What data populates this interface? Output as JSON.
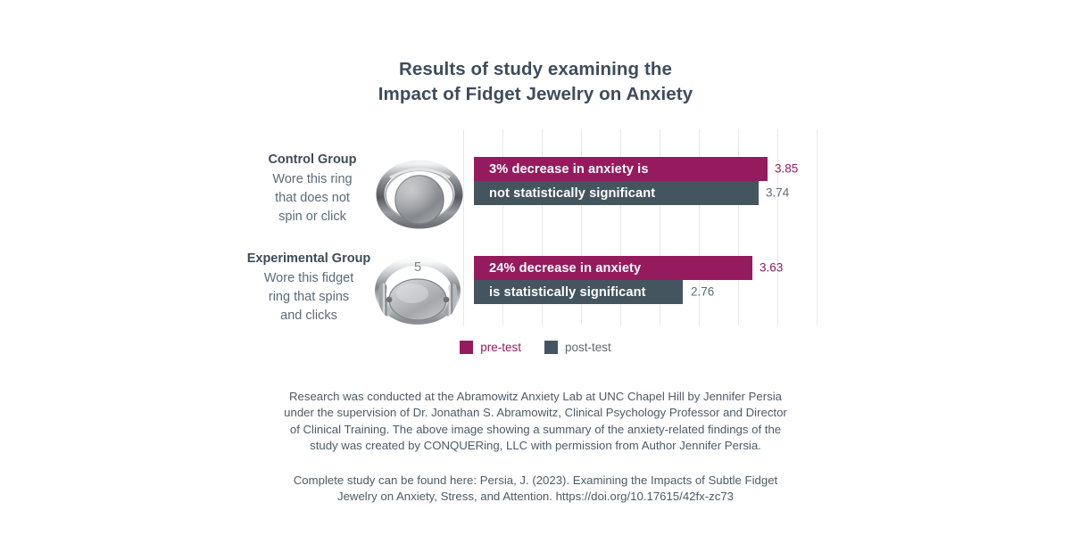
{
  "title": {
    "line1": "Results of study examining the",
    "line2": "Impact of Fidget Jewelry on Anxiety"
  },
  "colors": {
    "pre_test": "#951b5e",
    "post_test": "#44555f",
    "title_text": "#3e4c5b",
    "body_text": "#4c5b69",
    "gridline": "#e9e9ec",
    "background": "#ffffff"
  },
  "chart_data": {
    "type": "bar",
    "orientation": "horizontal",
    "title": "Results of study examining the Impact of Fidget Jewelry on Anxiety",
    "xlabel": "",
    "ylabel": "",
    "xlim": [
      0,
      4.4
    ],
    "grid": true,
    "gridlines": 10,
    "legend_position": "bottom-center",
    "categories": [
      "Control Group",
      "Experimental Group"
    ],
    "series": [
      {
        "name": "pre-test",
        "values": [
          3.85,
          3.63
        ]
      },
      {
        "name": "post-test",
        "values": [
          3.74,
          2.76
        ]
      }
    ],
    "groups": [
      {
        "category": "Control Group",
        "label_title": "Control Group",
        "label_desc_lines": [
          "Wore this ring",
          "that does not",
          "spin or click"
        ],
        "ring_icon": "plain-ring-icon",
        "annotation_lines": [
          "3% decrease in anxiety is",
          "not statistically significant"
        ],
        "bars": [
          {
            "series": "pre-test",
            "value": 3.85,
            "value_label": "3.85",
            "text": "3% decrease in anxiety is"
          },
          {
            "series": "post-test",
            "value": 3.74,
            "value_label": "3.74",
            "text": "not statistically significant"
          }
        ]
      },
      {
        "category": "Experimental Group",
        "label_title": "Experimental Group",
        "label_desc_lines": [
          "Wore this fidget",
          "ring that spins",
          "and clicks"
        ],
        "ring_icon": "fidget-ring-icon",
        "annotation_lines": [
          "24% decrease in anxiety",
          "is statistically significant"
        ],
        "bars": [
          {
            "series": "pre-test",
            "value": 3.63,
            "value_label": "3.63",
            "text": "24% decrease in anxiety"
          },
          {
            "series": "post-test",
            "value": 2.76,
            "value_label": "2.76",
            "text": "is statistically significant"
          }
        ]
      }
    ]
  },
  "legend": {
    "items": [
      {
        "label": "pre-test",
        "color": "#951b5e"
      },
      {
        "label": "post-test",
        "color": "#44555f"
      }
    ]
  },
  "footer": {
    "note1_line1": "Research was conducted at the Abramowitz Anxiety Lab at UNC Chapel Hill by Jennifer Persia",
    "note1_line2": "under the supervision of Dr. Jonathan S. Abramowitz, Clinical Psychology Professor and Director",
    "note1_line3": "of Clinical Training. The above image showing a summary of the anxiety-related findings of the",
    "note1_line4": "study was created by CONQUERing, LLC with permission from Author Jennifer Persia.",
    "note2_line1": "Complete study can be found here: Persia, J. (2023). Examining the Impacts of Subtle Fidget",
    "note2_line2": "Jewelry on Anxiety, Stress, and Attention. https://doi.org/10.17615/42fx-zc73"
  }
}
